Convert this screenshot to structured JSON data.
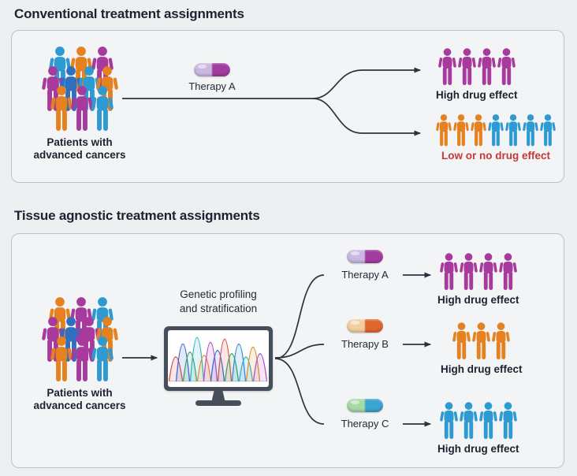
{
  "panel1": {
    "title": "Conventional treatment assignments",
    "patients_label_line1": "Patients with",
    "patients_label_line2": "advanced cancers",
    "therapy_label": "Therapy A",
    "outcome_high_label": "High drug effect",
    "outcome_low_label": "Low or no drug effect",
    "crowd_colors": [
      "blue",
      "orange",
      "magenta",
      "magenta",
      "deepblue",
      "blue",
      "orange",
      "orange",
      "magenta",
      "blue"
    ],
    "high_group": [
      "magenta",
      "magenta",
      "magenta",
      "magenta"
    ],
    "low_group": [
      "orange",
      "orange",
      "orange",
      "blue",
      "blue",
      "blue",
      "blue"
    ]
  },
  "panel2": {
    "title": "Tissue agnostic treatment assignments",
    "patients_label_line1": "Patients with",
    "patients_label_line2": "advanced cancers",
    "profiling_label_line1": "Genetic profiling",
    "profiling_label_line2": "and stratification",
    "crowd_colors": [
      "orange",
      "magenta",
      "blue",
      "magenta",
      "deepblue",
      "magenta",
      "orange",
      "orange",
      "magenta",
      "blue"
    ],
    "branches": [
      {
        "therapy_label": "Therapy A",
        "outcome_label": "High drug effect",
        "pill": "therapyA",
        "people": [
          "magenta",
          "magenta",
          "magenta",
          "magenta"
        ]
      },
      {
        "therapy_label": "Therapy B",
        "outcome_label": "High drug effect",
        "pill": "therapyB",
        "people": [
          "orange",
          "orange",
          "orange"
        ]
      },
      {
        "therapy_label": "Therapy C",
        "outcome_label": "High drug effect",
        "pill": "therapyC",
        "people": [
          "blue",
          "blue",
          "blue",
          "blue"
        ]
      }
    ]
  },
  "colors": {
    "magenta": "#a83a9e",
    "orange": "#e5811f",
    "blue": "#2d9ad2",
    "deepblue": "#2f6fc0",
    "red_text": "#c23b36",
    "line": "#2b3240",
    "pills": {
      "therapyA": [
        "#c9b9e2",
        "#a23c9f"
      ],
      "therapyB": [
        "#f2cfa2",
        "#e0662e"
      ],
      "therapyC": [
        "#a7d9a5",
        "#3ba4d0"
      ]
    }
  }
}
